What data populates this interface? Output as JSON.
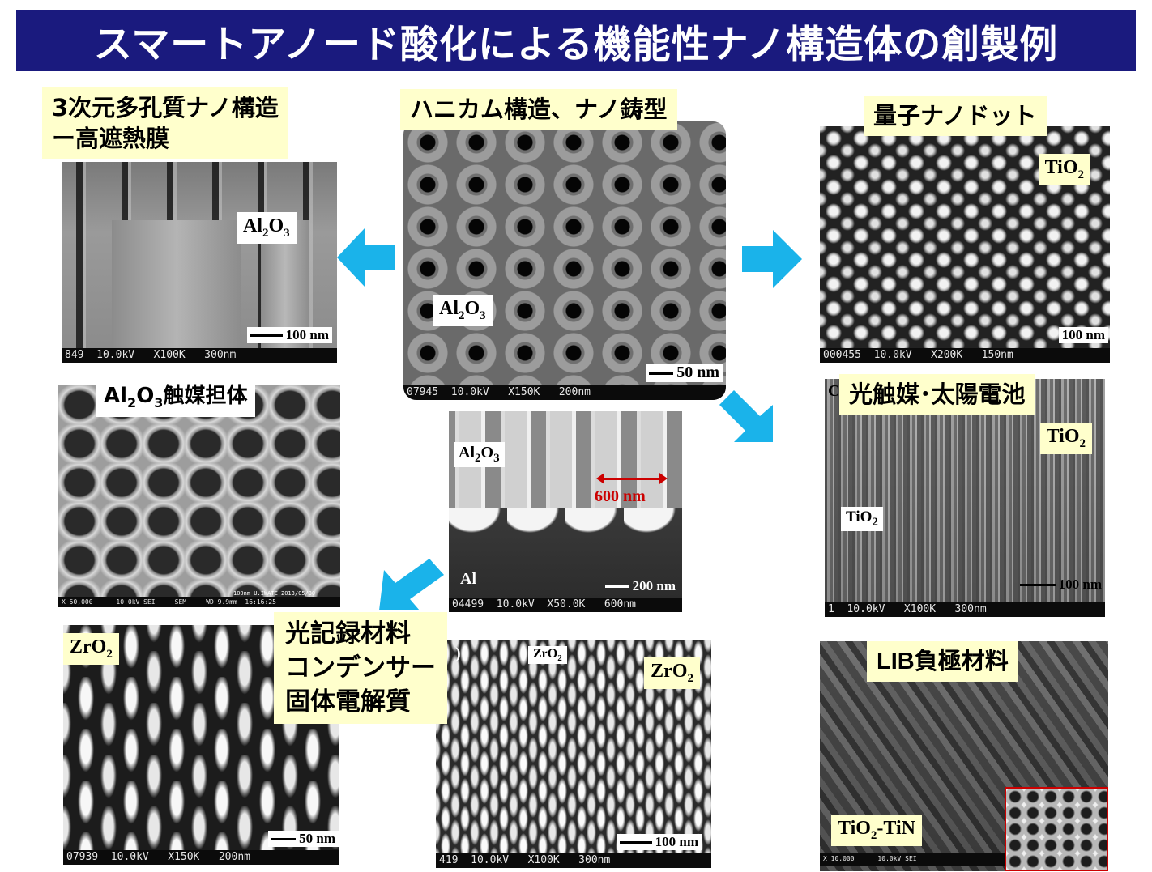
{
  "title": "スマートアノード酸化による機能性ナノ構造体の創製例",
  "colors": {
    "title_bg": "#1a1a7e",
    "label_bg": "#ffffcc",
    "arrow": "#1ab3ea",
    "inset_border": "#cc0000",
    "dim_arrow": "#cc0000"
  },
  "panels": {
    "porous3d": {
      "label_line1": "3次元多孔質ナノ構造",
      "label_line2": "ー高遮熱膜",
      "chem_base": "Al",
      "chem_s1": "2",
      "chem_mid": "O",
      "chem_s2": "3",
      "scale": "100 nm",
      "strip": "849  10.0kV   X100K   300nm"
    },
    "honeycomb": {
      "label": "ハニカム構造、ナノ鋳型",
      "chem_base": "Al",
      "chem_s1": "2",
      "chem_mid": "O",
      "chem_s2": "3",
      "scale": "50 nm",
      "strip": "07945  10.0kV   X150K   200nm"
    },
    "quantum": {
      "label": "量子ナノドット",
      "chem_base": "TiO",
      "chem_s1": "2",
      "scale": "100 nm",
      "strip": "000455  10.0kV   X200K   150nm"
    },
    "catalyst": {
      "label_base": "Al",
      "label_s1": "2",
      "label_mid": "O",
      "label_s2": "3",
      "label_tail": "触媒担体",
      "strip": "X 50,000      10.0kV SEI     SEM     WD 9.9mm  16:16:25",
      "strip_marker": "100nm U.IWATE   2013/05/30"
    },
    "cross": {
      "chem_top_base": "Al",
      "chem_top_s1": "2",
      "chem_top_mid": "O",
      "chem_top_s2": "3",
      "chem_bottom": "Al",
      "dimension": "600 nm",
      "scale": "200 nm",
      "strip": "04499  10.0kV  X50.0K   600nm"
    },
    "photocat": {
      "label": "光触媒･太陽電池",
      "corner_letter": "C",
      "chem_base": "TiO",
      "chem_s1": "2",
      "chem2_base": "TiO",
      "chem2_s1": "2",
      "scale": "100 nm",
      "strip": "1  10.0kV   X100K   300nm"
    },
    "optical": {
      "line1": "光記録材料",
      "line2": "コンデンサー",
      "line3": "固体電解質"
    },
    "zro2_posts": {
      "chem_base": "ZrO",
      "chem_s1": "2",
      "scale": "50 nm",
      "strip": "07939  10.0kV   X150K   200nm"
    },
    "zro2_tubes": {
      "chem_base": "ZrO",
      "chem_s1": "2",
      "chem_small_base": "ZrO",
      "chem_small_s1": "2",
      "corner_letter": ")",
      "scale": "100 nm",
      "strip": "419  10.0kV   X100K   300nm"
    },
    "lib": {
      "label": "LIB負極材料",
      "chem_base": "TiO",
      "chem_s1": "2",
      "chem_tail": "-TiN",
      "strip": "X 10,000      10.0kV SEI"
    }
  }
}
